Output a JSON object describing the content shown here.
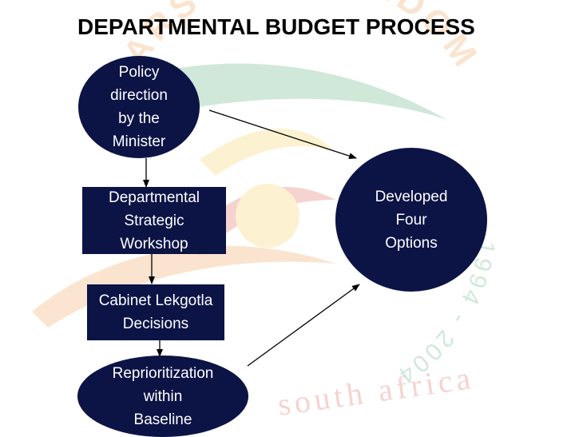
{
  "title": "DEPARTMENTAL BUDGET PROCESS",
  "colors": {
    "node_fill": "#0c1446",
    "node_text": "#ffffff",
    "arrow": "#000000",
    "watermark_green": "#2e9a57",
    "watermark_orange": "#f08a2a",
    "watermark_red": "#d43b2a",
    "watermark_yellow": "#f3c233"
  },
  "watermark": {
    "arc_text": "YEARS OF FREEDOM",
    "bottom_text": "south africa",
    "years": "1994 - 2004"
  },
  "nodes": {
    "policy": {
      "lines": [
        "Policy",
        "direction",
        "by the",
        "Minister"
      ]
    },
    "workshop": {
      "lines": [
        "Departmental",
        "Strategic",
        "Workshop"
      ]
    },
    "lekgotla": {
      "lines": [
        "Cabinet Lekgotla",
        "Decisions"
      ]
    },
    "reprioritization": {
      "lines": [
        "Reprioritization",
        "within",
        "Baseline"
      ]
    },
    "options": {
      "lines": [
        "Developed",
        "Four",
        "Options"
      ]
    }
  }
}
